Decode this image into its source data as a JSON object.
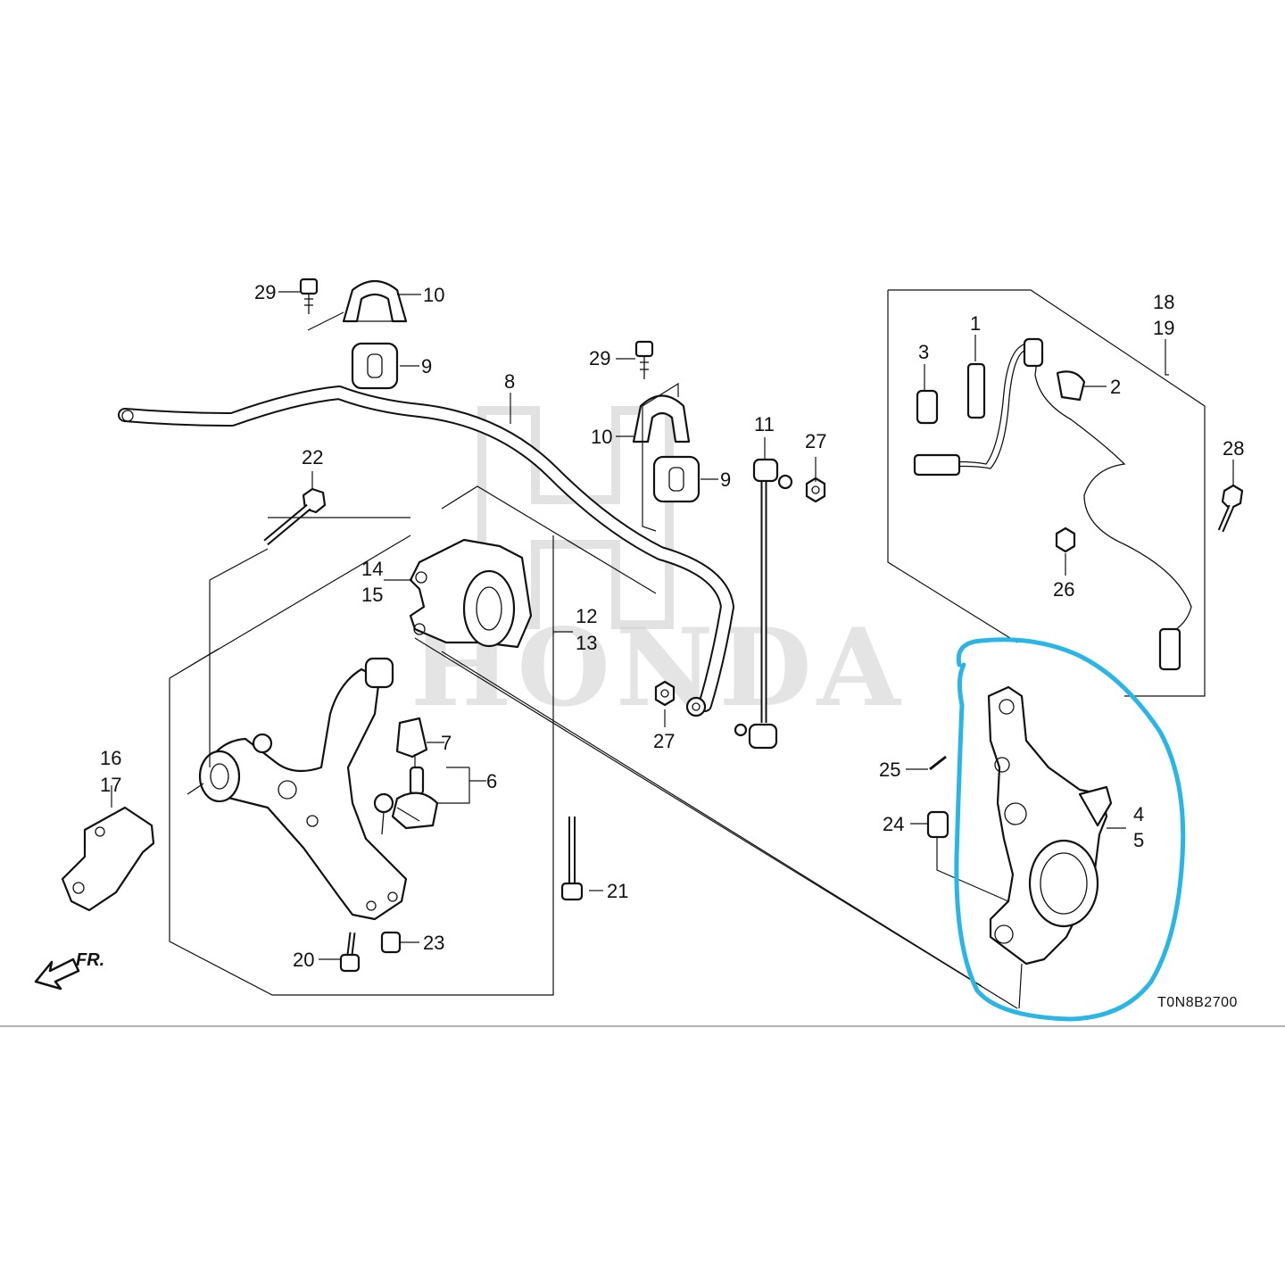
{
  "watermark": {
    "text": "HONDA"
  },
  "diagram_code": "T0N8B2700",
  "front_arrow_label": "FR.",
  "highlight_color": "#29B6E6",
  "callouts": {
    "c1": "1",
    "c2": "2",
    "c3": "3",
    "c4": "4",
    "c5": "5",
    "c6": "6",
    "c7": "7",
    "c8": "8",
    "c9a": "9",
    "c9b": "9",
    "c10a": "10",
    "c10b": "10",
    "c11": "11",
    "c12": "12",
    "c13": "13",
    "c14": "14",
    "c15": "15",
    "c16": "16",
    "c17": "17",
    "c18": "18",
    "c19": "19",
    "c20": "20",
    "c21": "21",
    "c22": "22",
    "c23": "23",
    "c24": "24",
    "c25": "25",
    "c26": "26",
    "c27a": "27",
    "c27b": "27",
    "c28": "28",
    "c29a": "29",
    "c29b": "29"
  }
}
